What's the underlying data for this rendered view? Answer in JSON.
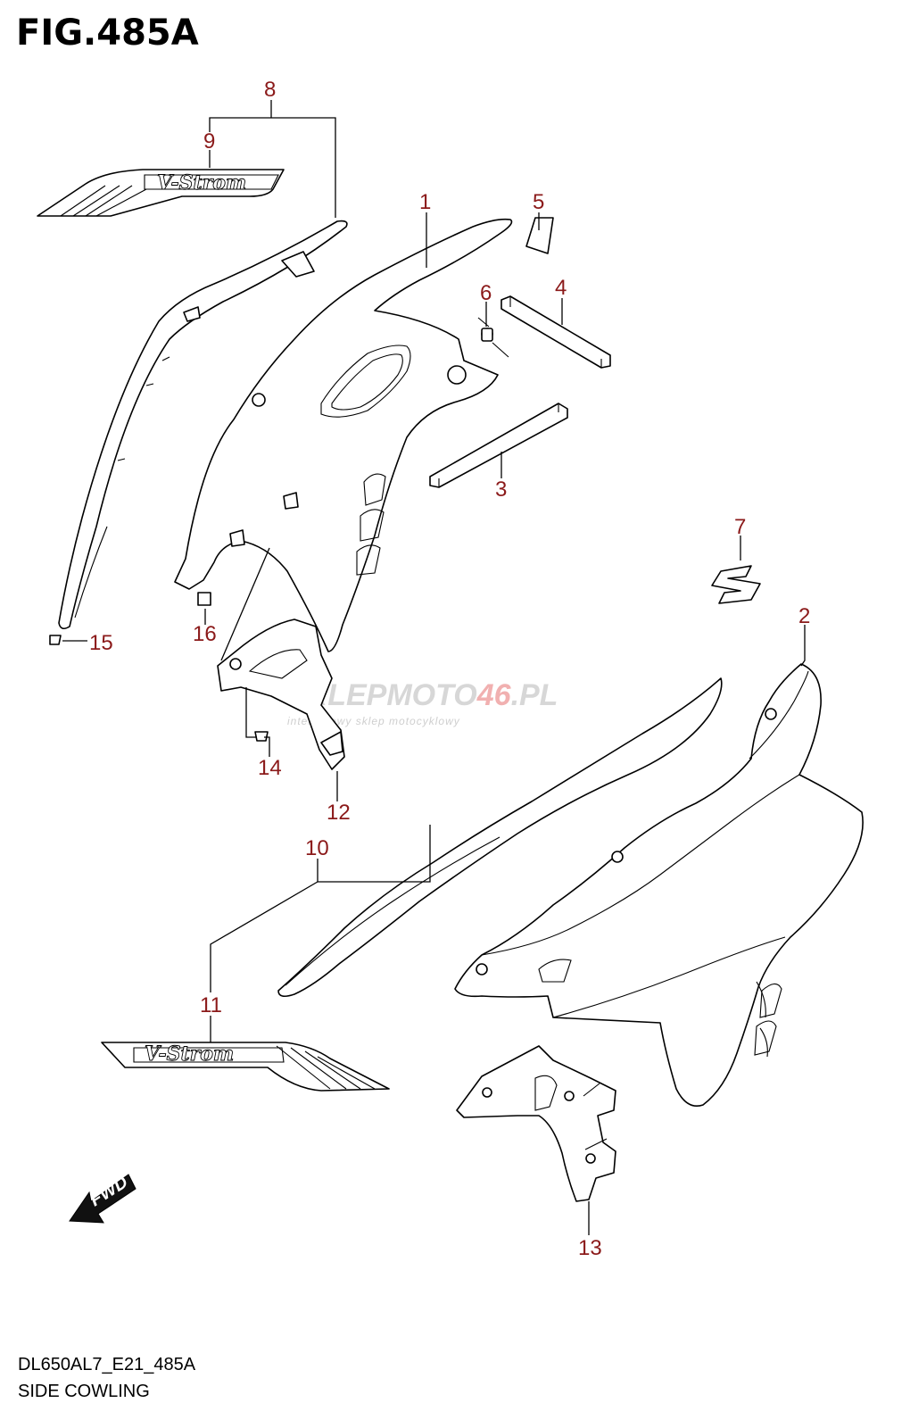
{
  "figure": {
    "title": "FIG.485A",
    "code": "DL650AL7_E21_485A",
    "name": "SIDE COWLING"
  },
  "callouts": [
    "1",
    "2",
    "3",
    "4",
    "5",
    "6",
    "7",
    "8",
    "9",
    "10",
    "11",
    "12",
    "13",
    "14",
    "15",
    "16"
  ],
  "decal_text": "V-Strom",
  "fwd_label": "FWD",
  "watermark": {
    "brand_left": "SKLEP",
    "brand_mid": "MOTO",
    "brand_num": "46",
    "brand_tld": ".PL",
    "tagline": "internetowy sklep motocyklowy"
  },
  "colors": {
    "callout": "#8b1a1a",
    "line": "#000000",
    "fwd_fill": "#111111",
    "watermark": "#d7d7d7"
  }
}
